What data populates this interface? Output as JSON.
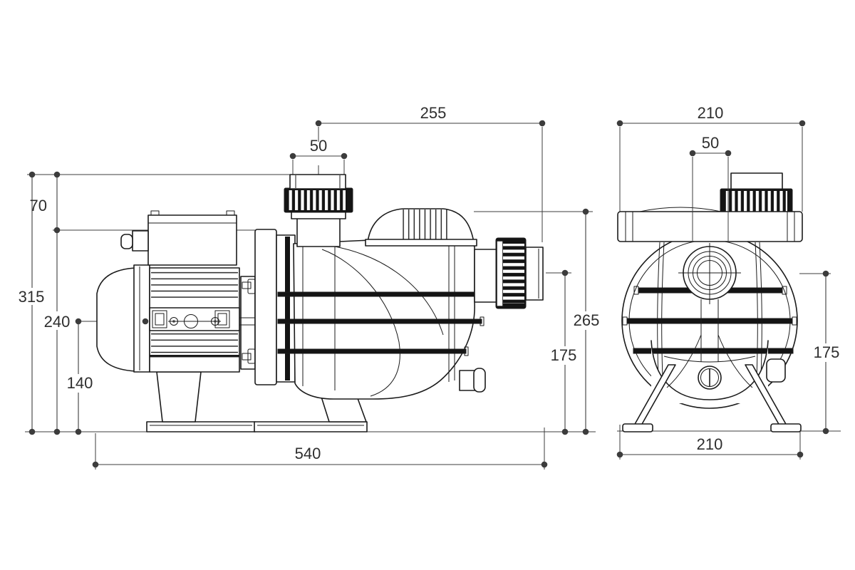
{
  "drawing": {
    "type": "technical-dimension-drawing",
    "subject": "swimming-pool pump, two orthographic views",
    "colors": {
      "background": "#ffffff",
      "part_line": "#1b1b1b",
      "dim_line": "#3c3c3c",
      "dim_text": "#2e2e2e",
      "band_fill": "#141414"
    },
    "views": {
      "side": {
        "name": "side view",
        "dims": {
          "port_span": "255",
          "inlet_union": "50",
          "overall_height": "315",
          "top_offset": "70",
          "flange_height": "240",
          "shaft_height": "140",
          "overall_length": "540",
          "lid_height": "265",
          "outlet_height": "175"
        }
      },
      "front": {
        "name": "front view",
        "dims": {
          "top_width": "210",
          "port_offset": "50",
          "outlet_height": "175",
          "base_width": "210"
        }
      }
    }
  }
}
